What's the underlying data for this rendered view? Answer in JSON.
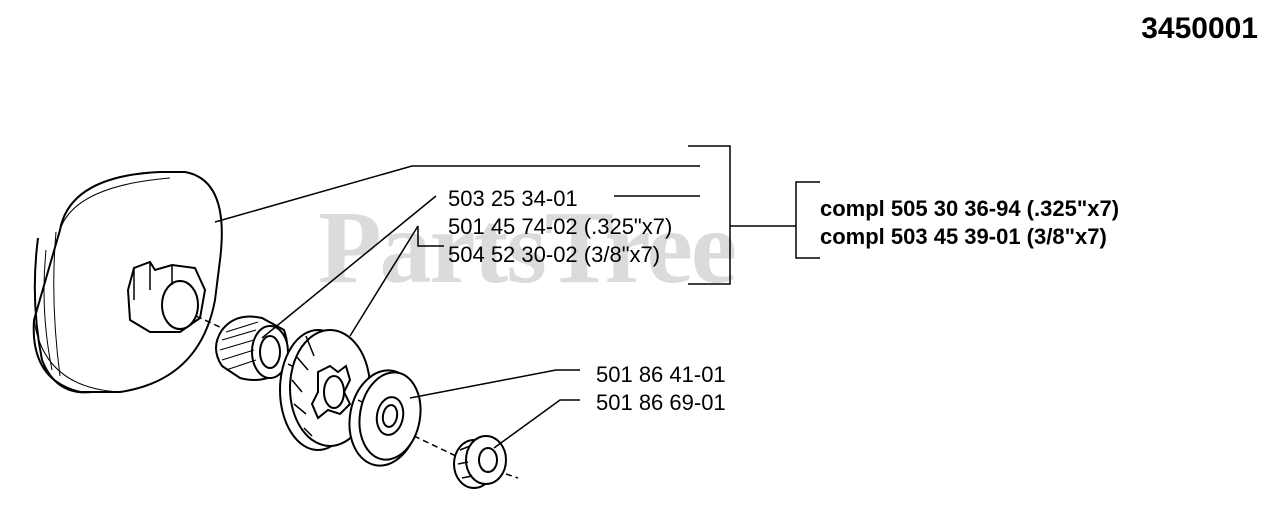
{
  "diagram_id": "3450001",
  "watermark": "PartsTree",
  "part_labels": [
    "503 25 34-01",
    "501 45 74-02 (.325\"x7)",
    "504 52 30-02 (3/8\"x7)",
    "501 86 41-01",
    "501 86 69-01"
  ],
  "assembly_labels": [
    "compl 505 30 36-94 (.325\"x7)",
    "compl 503 45 39-01 (3/8\"x7)"
  ]
}
